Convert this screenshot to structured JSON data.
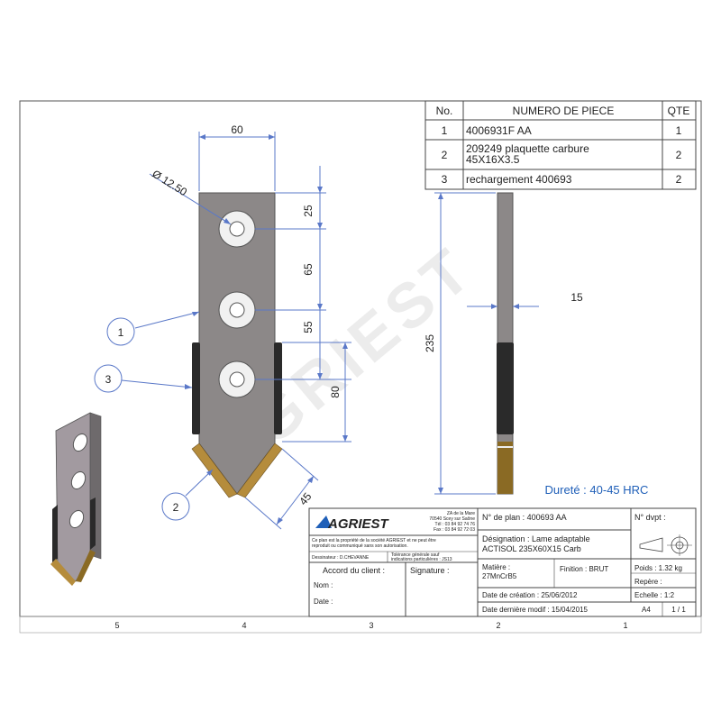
{
  "parts_table": {
    "headers": [
      "No.",
      "NUMERO DE PIECE",
      "QTE"
    ],
    "rows": [
      [
        "1",
        "4006931F AA",
        "1"
      ],
      [
        "2",
        "209249 plaquette carbure",
        "45X16X3.5",
        "2"
      ],
      [
        "3",
        "rechargement 400693",
        "2"
      ]
    ]
  },
  "dimensions": {
    "width": "60",
    "hole_diameter": "Ø 12.50",
    "d25": "25",
    "d65": "65",
    "d55": "55",
    "d80": "80",
    "d45": "45",
    "total_length": "235",
    "thickness": "15"
  },
  "balloons": [
    "1",
    "2",
    "3"
  ],
  "hardness_note": "Dureté : 40-45 HRC",
  "watermark": "AGRIEST",
  "title_block": {
    "company": "AGRIEST",
    "address": [
      "ZA de la Mare",
      "70540 Scey sur Saône",
      "Tél : 03 84 92 74 76",
      "Fax : 03 84 92 72 03"
    ],
    "copyright": [
      "Ce plan est la propriété de la société AGRIEST et ne peut être",
      "reproduit ou communiqué sans son autorisation."
    ],
    "designer": "Dessinateur : D.CHEVANNE",
    "tolerance": [
      "Tolérance générale sauf",
      "indications particulières : JS13"
    ],
    "accord_label": "Accord du client :",
    "signature_label": "Signature :",
    "nom_label": "Nom :",
    "date_label": "Date :",
    "plan_number": "N° de plan : 400693 AA",
    "dvpt": "N° dvpt :",
    "designation_1": "Désignation : Lame adaptable",
    "designation_2": "ACTISOL 235X60X15 Carb",
    "matiere_1": "Matière :",
    "matiere_2": "27MnCrB5",
    "finition": "Finition : BRUT",
    "poids": "Poids : 1.32 kg",
    "repere": "Repère :",
    "echelle": "Echelle : 1:2",
    "date_creation": "Date de création : 25/06/2012",
    "date_modif": "Date dernière modif : 15/04/2015",
    "format": "A4",
    "sheet": "1 / 1"
  },
  "zone_numbers": [
    "5",
    "4",
    "3",
    "2",
    "1"
  ],
  "colors": {
    "blade": "#8c8888",
    "blade_iso": "#a29aa0",
    "hardfacing": "#2a2a2a",
    "carbide": "#b58c3c",
    "dimension": "#5a78c8",
    "note": "#1f5fb8"
  }
}
